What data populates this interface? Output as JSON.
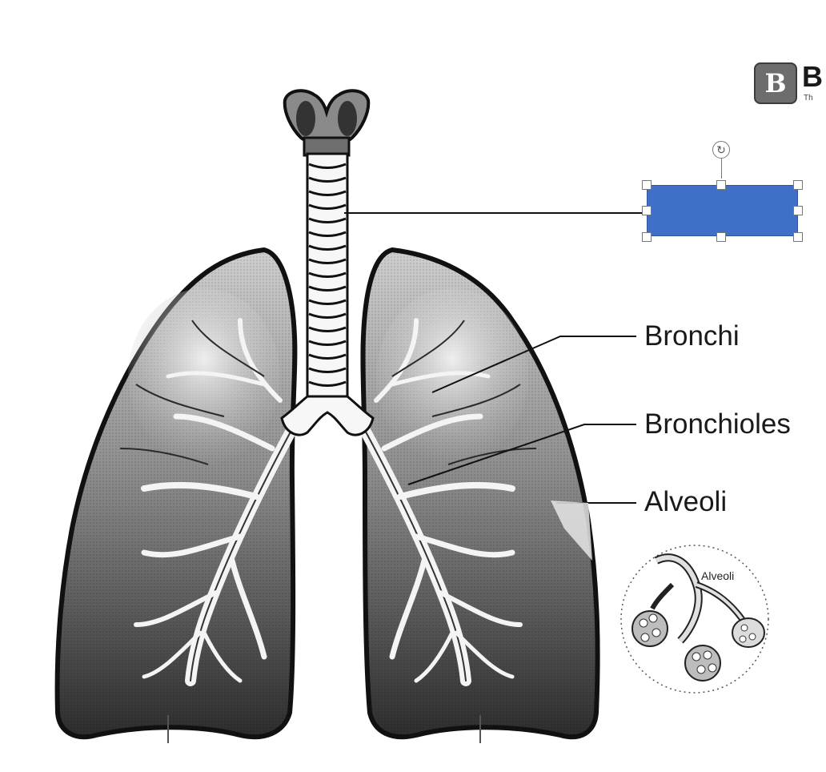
{
  "labels": {
    "bronchi": "Bronchi",
    "bronchioles": "Bronchioles",
    "alveoli": "Alveoli"
  },
  "inset": {
    "label": "Alveoli"
  },
  "logo": {
    "mark": "B",
    "word": "B",
    "tagline": "Th"
  },
  "selected_shape": {
    "fill_color": "#3f6fc7",
    "text": ""
  },
  "colors": {
    "lung_dark": "#3a3a3a",
    "lung_mid": "#8a8a8a",
    "lung_light": "#d8d8d8",
    "outline": "#111111"
  }
}
